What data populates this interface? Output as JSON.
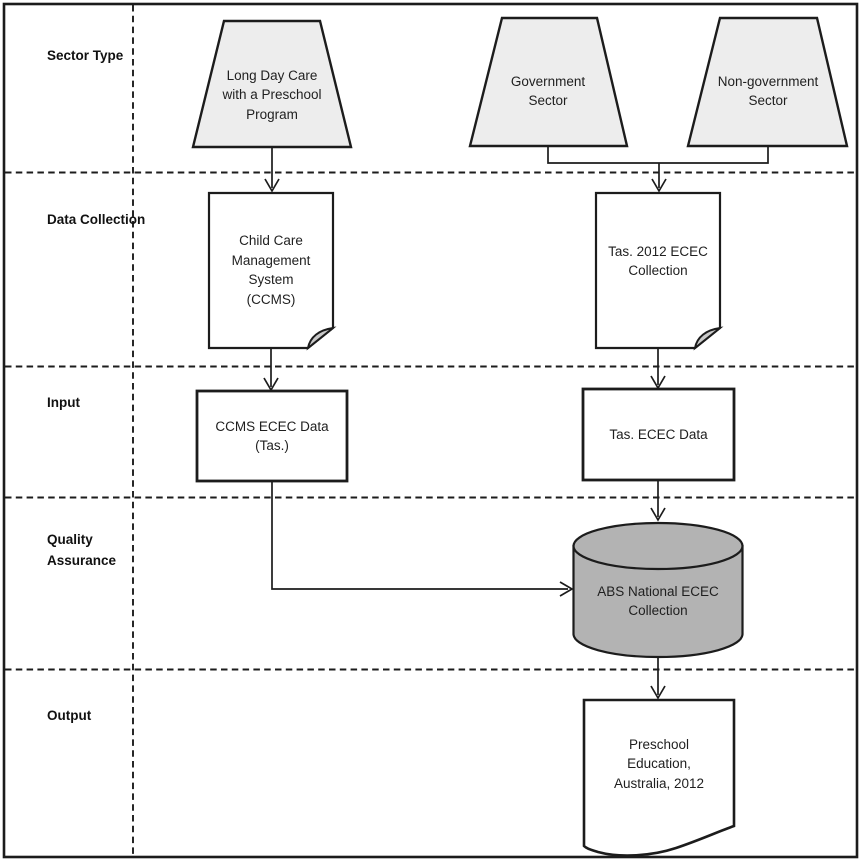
{
  "rows": [
    {
      "label": "Sector Type"
    },
    {
      "label": "Data Collection"
    },
    {
      "label": "Input"
    },
    {
      "label": "Quality\nAssurance"
    },
    {
      "label": "Output"
    }
  ],
  "nodes": {
    "long_day_care": {
      "label": "Long Day Care\nwith a Preschool\nProgram",
      "shape": "trapezoid"
    },
    "government": {
      "label": "Government\nSector",
      "shape": "trapezoid"
    },
    "non_government": {
      "label": "Non-government\nSector",
      "shape": "trapezoid"
    },
    "ccms": {
      "label": "Child Care\nManagement\nSystem\n(CCMS)",
      "shape": "document-folded-corner"
    },
    "tas_2012_collection": {
      "label": "Tas. 2012 ECEC\nCollection",
      "shape": "document-folded-corner"
    },
    "ccms_ecec_data": {
      "label": "CCMS ECEC Data\n(Tas.)",
      "shape": "rectangle"
    },
    "tas_ecec_data": {
      "label": "Tas. ECEC Data",
      "shape": "rectangle"
    },
    "abs_national_collection": {
      "label": "ABS National ECEC\nCollection",
      "shape": "cylinder"
    },
    "output_publication": {
      "label": "Preschool\nEducation,\nAustralia, 2012",
      "shape": "document-wavy"
    }
  },
  "colors": {
    "trapezoid_fill": "#ededed",
    "document_fill": "#ffffff",
    "rect_fill": "#ffffff",
    "fold_fill": "#c9c9c9",
    "cylinder_fill": "#b3b3b3",
    "line": "#1c1c1c",
    "background": "#ffffff"
  }
}
